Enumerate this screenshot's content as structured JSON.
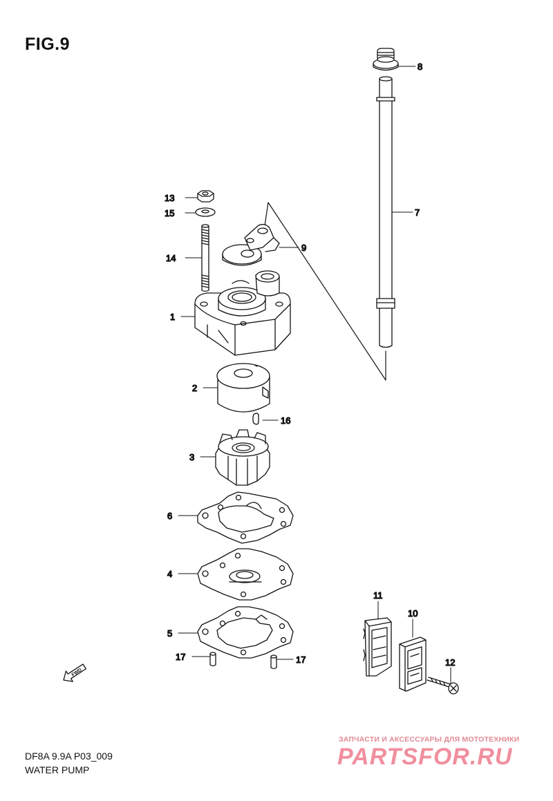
{
  "header": {
    "figure_label": "FIG.9"
  },
  "callouts": {
    "c1": "1",
    "c2": "2",
    "c3": "3",
    "c4": "4",
    "c5": "5",
    "c6": "6",
    "c7": "7",
    "c8": "8",
    "c9": "9",
    "c10": "10",
    "c11": "11",
    "c12": "12",
    "c13": "13",
    "c14": "14",
    "c15": "15",
    "c16": "16",
    "c17a": "17",
    "c17b": "17"
  },
  "fwd_arrow": {
    "text": "FWD",
    "icon": "fwd-arrow-icon"
  },
  "caption": {
    "code": "DF8A 9.9A P03_009",
    "name": "WATER PUMP"
  },
  "watermark": {
    "subtitle": "ЗАПЧАСТИ И АКСЕССУАРЫ ДЛЯ МОТОТЕХНИКИ",
    "logo": "PARTSFOR.RU",
    "color": "#f08f9e"
  }
}
